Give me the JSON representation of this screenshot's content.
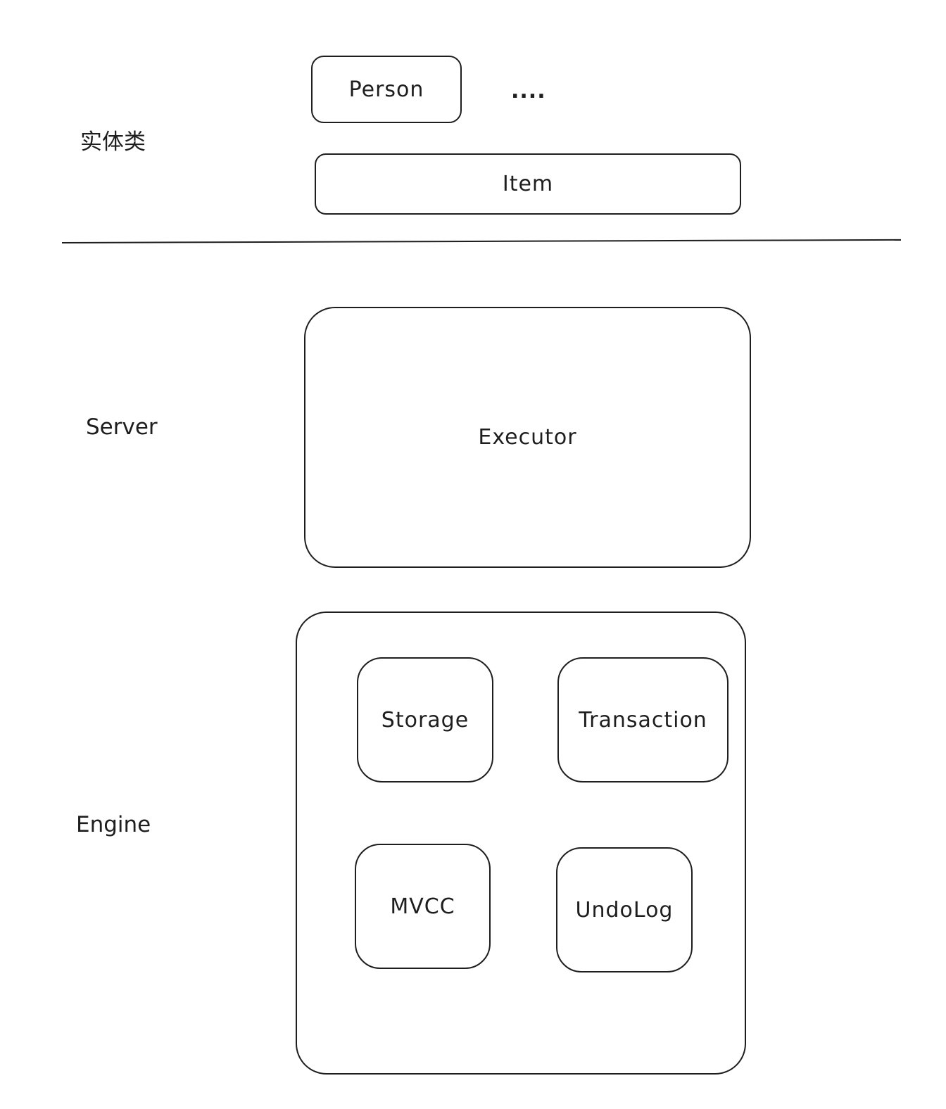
{
  "layers": {
    "entity": {
      "label": "实体类",
      "boxes": {
        "person": "Person",
        "item": "Item"
      },
      "ellipsis": "...."
    },
    "server": {
      "label": "Server",
      "boxes": {
        "executor": "Executor"
      }
    },
    "engine": {
      "label": "Engine",
      "boxes": {
        "storage": "Storage",
        "transaction": "Transaction",
        "mvcc": "MVCC",
        "undolog": "UndoLog"
      }
    }
  }
}
